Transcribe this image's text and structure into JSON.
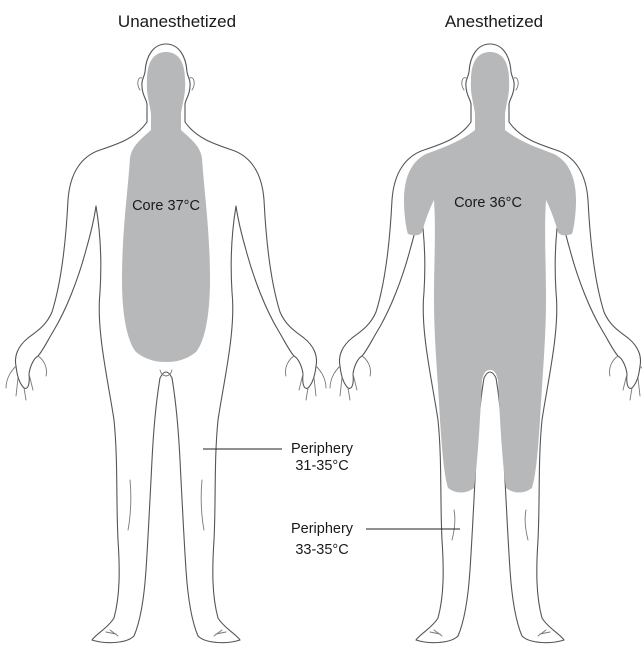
{
  "left_figure": {
    "title": "Unanesthetized",
    "core_label": "Core 37°C",
    "periphery_label_line1": "Periphery",
    "periphery_label_line2": "31-35°C"
  },
  "right_figure": {
    "title": "Anesthetized",
    "core_label": "Core 36°C",
    "periphery_label_line1": "Periphery",
    "periphery_label_line2": "33-35°C"
  },
  "colors": {
    "core_fill": "#b7b8ba",
    "outline": "#555555",
    "background": "#ffffff"
  }
}
